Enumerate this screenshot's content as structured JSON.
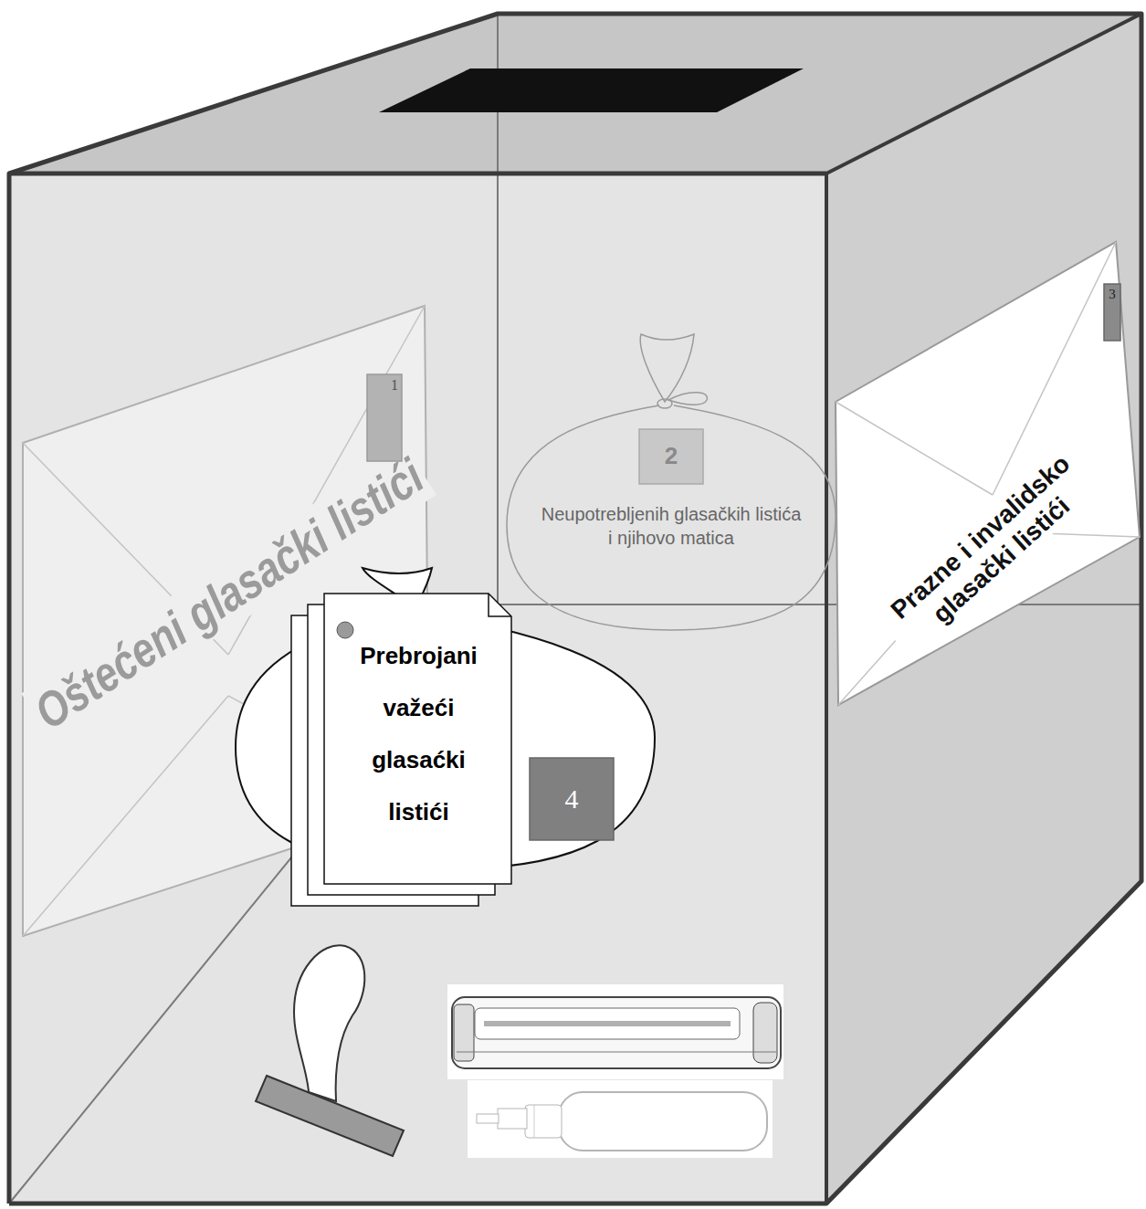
{
  "diagram": {
    "nodes": [
      {
        "text": [
          "Oštećeni glasački listići"
        ]
      },
      {
        "text": [
          "1"
        ],
        "in": 0
      },
      {
        "text": [
          "Neupotrebljenih glasačkih listića i njihovo matica"
        ]
      },
      {
        "text": [
          "2"
        ],
        "in": 2
      },
      {
        "text": [
          "Prazne i invalidsko glasački listići"
        ]
      },
      {
        "text": [
          "3"
        ],
        "in": 4
      },
      {
        "text": []
      },
      {
        "text": [
          "Prebrojani važeći glasaćki listići"
        ],
        "in": 6
      },
      {
        "text": [
          "4"
        ],
        "in": 6
      }
    ]
  }
}
